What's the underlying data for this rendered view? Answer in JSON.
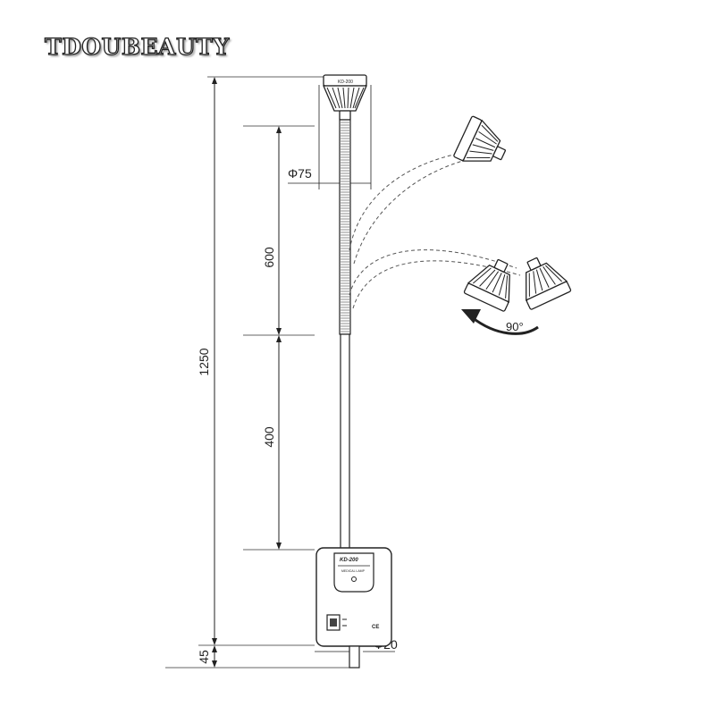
{
  "brand": "TDOUBEAUTY",
  "dimensions": {
    "total_height": "1250",
    "upper_section": "600",
    "lower_section": "400",
    "base": "45",
    "head_diameter": "Φ75",
    "base_diameter": "Φ20",
    "rotation": "90°"
  },
  "unit_labels": {
    "model": "KD-200",
    "subtitle": "MEDICAL LAMP",
    "cert": "CE"
  },
  "colors": {
    "line": "#222222",
    "dash": "#555555",
    "fill": "#ffffff"
  }
}
